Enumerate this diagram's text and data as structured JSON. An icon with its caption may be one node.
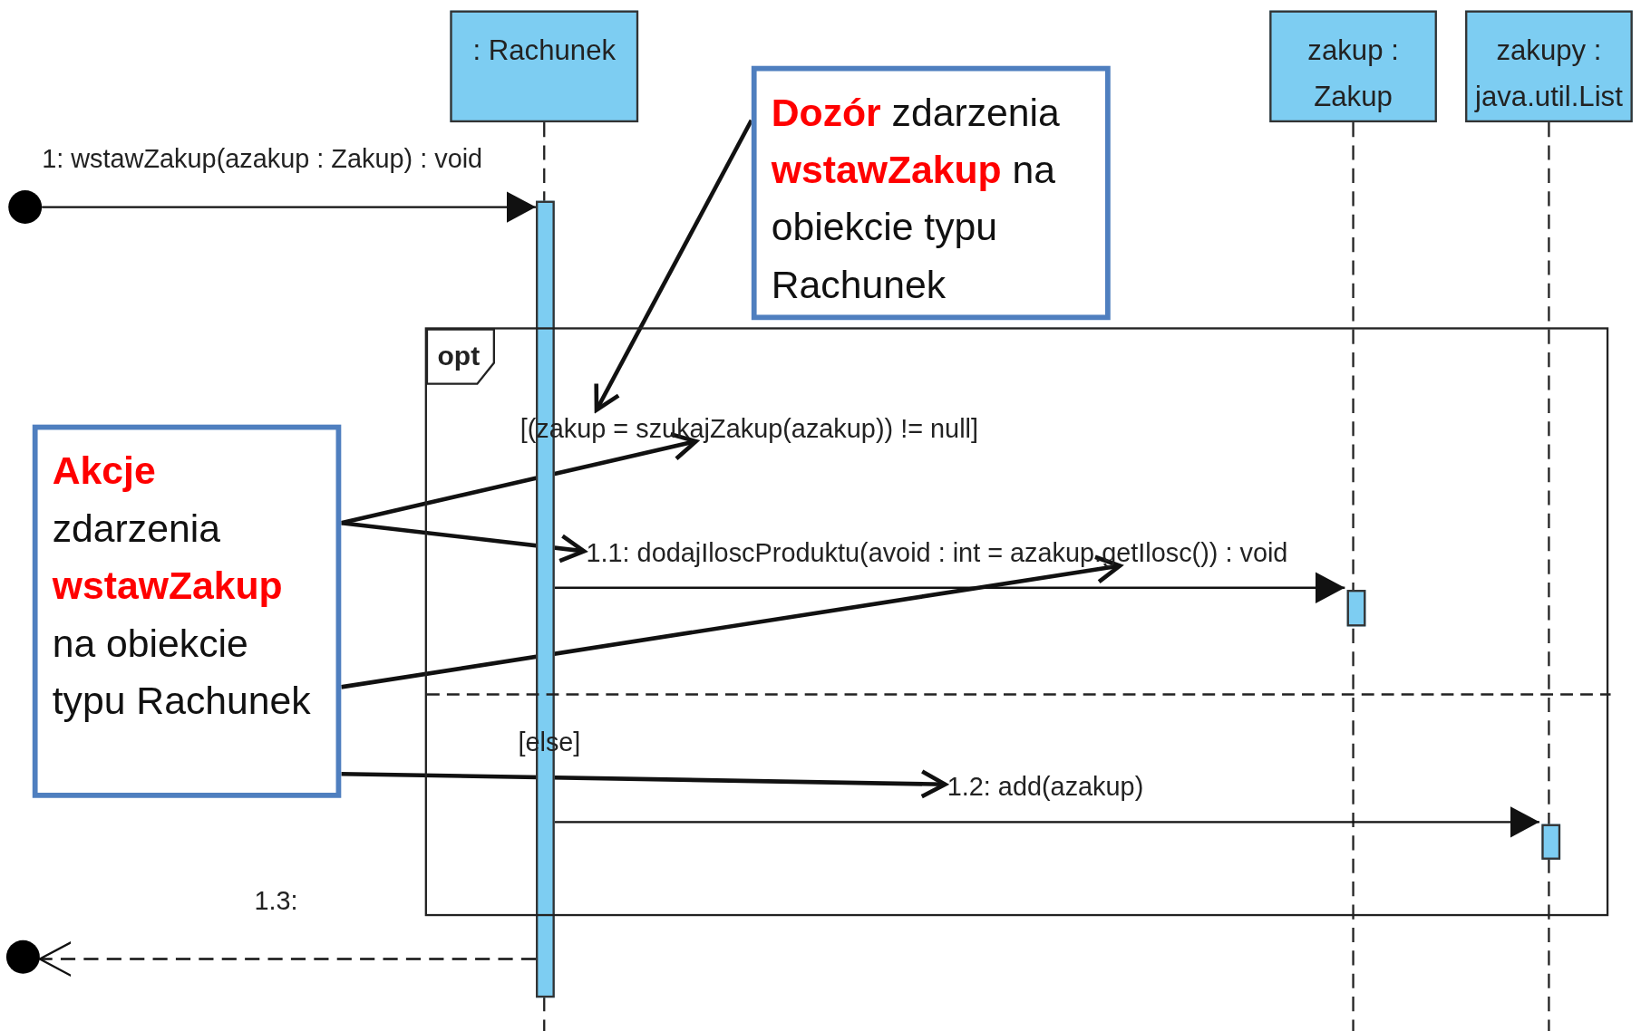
{
  "diagram": {
    "nodes": [
      {
        "text": [
          ": Rachunek"
        ]
      },
      {
        "text": [
          "zakup : Zakup"
        ]
      },
      {
        "text": [
          "zakupy : java.util.List"
        ]
      },
      {
        "text": [
          "**Dozór** zdarzenia **wstawZakup** na obiekcie typu Rachunek"
        ]
      },
      {
        "text": [],
        "shape": "circle"
      },
      {
        "text": [],
        "shape": "bar"
      },
      {
        "text": [
          "opt"
        ]
      },
      {
        "text": [
          "[(zakup = szukajZakup(azakup)) != null]"
        ],
        "in": 6
      },
      {
        "text": [
          "**Akcje** zdarzenia **wstawZakup** na obiekcie typu Rachunek"
        ]
      },
      {
        "text": [
          "1.1: dodajIloscProduktu(avoid : int = azakup.getIlosc()) : void"
        ],
        "in": 6
      },
      {
        "text": [],
        "shape": "bar",
        "in": 6
      },
      {
        "text": [
          "1.2: add(azakup)"
        ],
        "in": 6
      },
      {
        "text": [],
        "shape": "bar",
        "in": 6
      },
      {
        "text": [],
        "shape": "circle"
      }
    ],
    "edges": [
      {
        "from": 4,
        "to": 5,
        "arrow": "to",
        "label": "1: wstawZakup(azakup : Zakup) : void"
      },
      {
        "from": 5,
        "to": 10,
        "arrow": "to"
      },
      {
        "from": 5,
        "to": 12,
        "arrow": "to"
      },
      {
        "from": 5,
        "to": 13,
        "arrow": "to",
        "style": "dashed",
        "label": "1.3:"
      },
      {
        "from": 3,
        "to": 7,
        "arrow": "to"
      },
      {
        "from": 8,
        "to": 7,
        "arrow": "to"
      },
      {
        "from": 8,
        "to": 9,
        "arrow": "to"
      },
      {
        "from": 8,
        "to": 9,
        "arrow": "to"
      },
      {
        "from": 8,
        "to": 11,
        "arrow": "to"
      }
    ],
    "labels": [
      "[else]"
    ]
  }
}
